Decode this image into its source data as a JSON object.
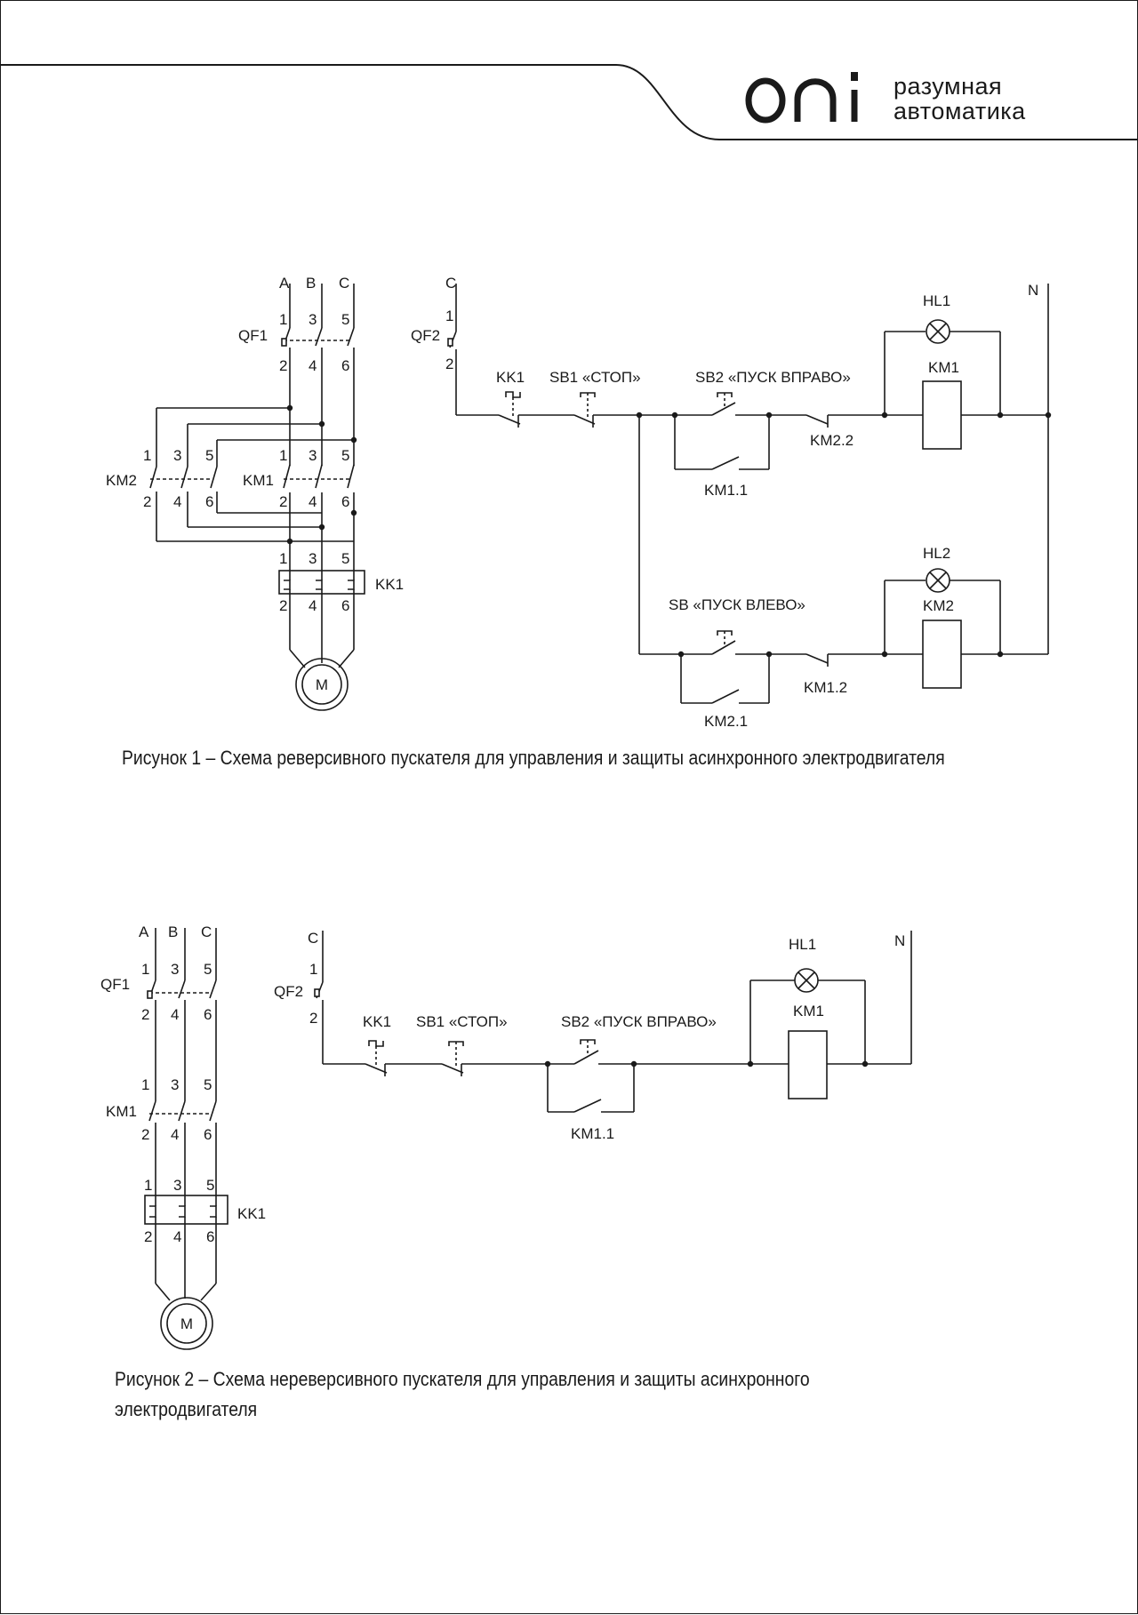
{
  "header": {
    "logo_text": "oni",
    "tagline_line1": "разумная",
    "tagline_line2": "автоматика"
  },
  "figure1": {
    "caption": "Рисунок 1 – Схема реверсивного пускателя для управления и защиты асинхронного электродвигателя",
    "power": {
      "phases": [
        "A",
        "B",
        "C"
      ],
      "qf1": "QF1",
      "km2": "KM2",
      "km1": "KM1",
      "kk1": "KK1",
      "motor": "M",
      "top_numbers": [
        "1",
        "3",
        "5"
      ],
      "bottom_numbers": [
        "2",
        "4",
        "6"
      ]
    },
    "control": {
      "phase": "C",
      "neutral": "N",
      "qf2": "QF2",
      "qf2_top": "1",
      "qf2_bottom": "2",
      "kk1": "KK1",
      "sb1": "SB1 «СТОП»",
      "sb2": "SB2 «ПУСК ВПРАВО»",
      "sb_left": "SB «ПУСК ВЛЕВО»",
      "km1_1": "KM1.1",
      "km2_2": "KM2.2",
      "km2_1": "KM2.1",
      "km1_2": "KM1.2",
      "hl1": "HL1",
      "hl2": "HL2",
      "km1_coil": "KM1",
      "km2_coil": "KM2"
    }
  },
  "figure2": {
    "caption": "Рисунок 2 – Схема нереверсивного пускателя для управления и защиты асинхронного электродвигателя",
    "power": {
      "phases": [
        "A",
        "B",
        "C"
      ],
      "qf1": "QF1",
      "km1": "KM1",
      "kk1": "KK1",
      "motor": "M",
      "top_numbers": [
        "1",
        "3",
        "5"
      ],
      "bottom_numbers": [
        "2",
        "4",
        "6"
      ]
    },
    "control": {
      "phase": "C",
      "neutral": "N",
      "qf2": "QF2",
      "qf2_top": "1",
      "qf2_bottom": "2",
      "kk1": "KK1",
      "sb1": "SB1 «СТОП»",
      "sb2": "SB2 «ПУСК ВПРАВО»",
      "km1_1": "KM1.1",
      "hl1": "HL1",
      "km1_coil": "KM1"
    }
  }
}
